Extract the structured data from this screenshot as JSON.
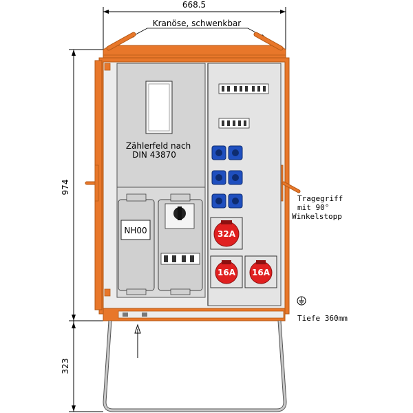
{
  "dimensions": {
    "width": "668.5",
    "height_cabinet": "974",
    "height_stand": "323"
  },
  "labels": {
    "crane": "Kranöse, schwenkbar",
    "meter_field_line1": "Zählerfeld nach",
    "meter_field_line2": "DIN 43870",
    "fuse": "NH00",
    "handle_line1": "Tragegriff",
    "handle_line2": "mit 90°",
    "handle_line3": "Winkelstopp",
    "depth": "Tiefe 360mm"
  },
  "sockets": {
    "cee_top": "32A",
    "cee_left": "16A",
    "cee_right": "16A"
  },
  "colors": {
    "frame": "#E8772A",
    "frame_dark": "#B55A17",
    "panel": "#D4D4D4",
    "panel_light": "#E4E4E4",
    "schuko": "#1F4FBF",
    "cee": "#E02020",
    "stand": "#9A9A9A"
  }
}
